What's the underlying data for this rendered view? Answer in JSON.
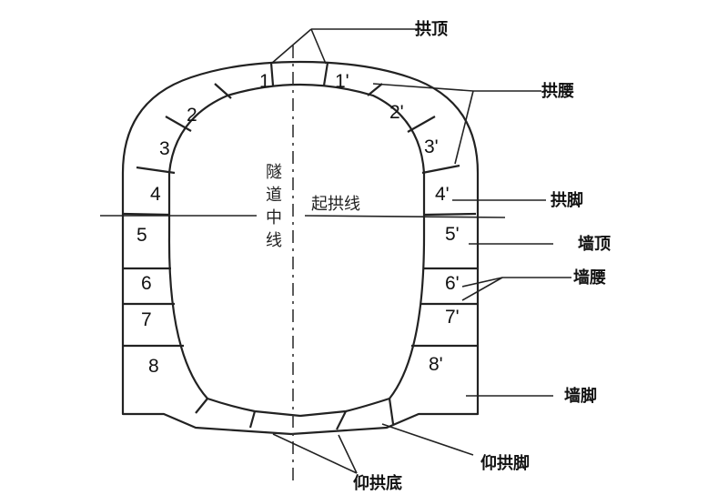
{
  "segments_left": [
    "1",
    "2",
    "3",
    "4",
    "5",
    "6",
    "7",
    "8"
  ],
  "segments_right": [
    "1'",
    "2'",
    "3'",
    "4'",
    "5'",
    "6'",
    "7'",
    "8'"
  ],
  "callouts": {
    "crown": "拱顶",
    "haunch": "拱腰",
    "springing": "拱脚",
    "wall_top": "墙顶",
    "wall_mid": "墙腰",
    "wall_foot": "墙脚",
    "invert_foot": "仰拱脚",
    "invert_bottom": "仰拱底"
  },
  "centerline_label": "隧道中线",
  "springline_label": "起拱线"
}
